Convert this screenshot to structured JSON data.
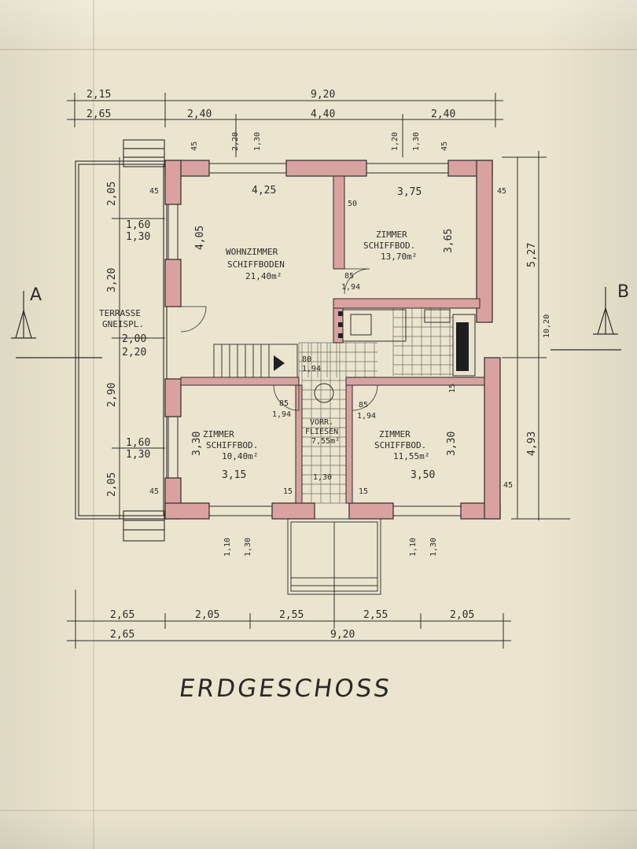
{
  "title": "ERDGESCHOSS",
  "section_markers": {
    "left": "A",
    "right": "B"
  },
  "rooms": {
    "living": {
      "name": "WOHNZIMMER",
      "floor": "SCHIFFBODEN",
      "area": "21,40m²",
      "width": "4,25",
      "depth": "4,05"
    },
    "room_ne": {
      "name": "ZIMMER",
      "floor": "SCHIFFBOD.",
      "area": "13,70m²",
      "width": "3,75",
      "depth": "3,65"
    },
    "room_sw": {
      "name": "ZIMMER",
      "floor": "SCHIFFBOD.",
      "area": "10,40m²",
      "width": "3,15",
      "depth": "3,30"
    },
    "room_se": {
      "name": "ZIMMER",
      "floor": "SCHIFFBOD.",
      "area": "11,55m²",
      "width": "3,50",
      "depth": "3,30"
    },
    "hall": {
      "name": "VORR.",
      "floor": "FLIESEN",
      "area": "7,55m²",
      "width": "1,30"
    },
    "terrace": {
      "name": "TERRASSE",
      "floor": "GNEISPL."
    }
  },
  "dims_top": {
    "row1": [
      "2,15",
      "9,20"
    ],
    "row2": [
      "2,65",
      "2,40",
      "4,40",
      "2,40"
    ],
    "window": [
      "2,20",
      "1,30",
      "1,20",
      "1,30"
    ]
  },
  "dims_bottom": {
    "row1": [
      "2,65",
      "2,05",
      "2,55",
      "2,55",
      "2,05"
    ],
    "row2": [
      "2,65",
      "9,20"
    ],
    "window": [
      "1,10",
      "1,30",
      "1,10",
      "1,30"
    ]
  },
  "dims_left": [
    "2,05",
    "1,60",
    "1,30",
    "3,20",
    "2,00",
    "2,20",
    "2,90",
    "1,60",
    "1,30",
    "2,05"
  ],
  "dims_right": [
    "5,27",
    "4,93",
    "10,20"
  ],
  "wall_labels": [
    "45",
    "45",
    "45",
    "45",
    "45",
    "45",
    "15",
    "15",
    "50",
    "15"
  ],
  "door_labels": [
    "85",
    "1,94",
    "85",
    "1,94",
    "85",
    "1,94",
    "80",
    "1,94"
  ]
}
